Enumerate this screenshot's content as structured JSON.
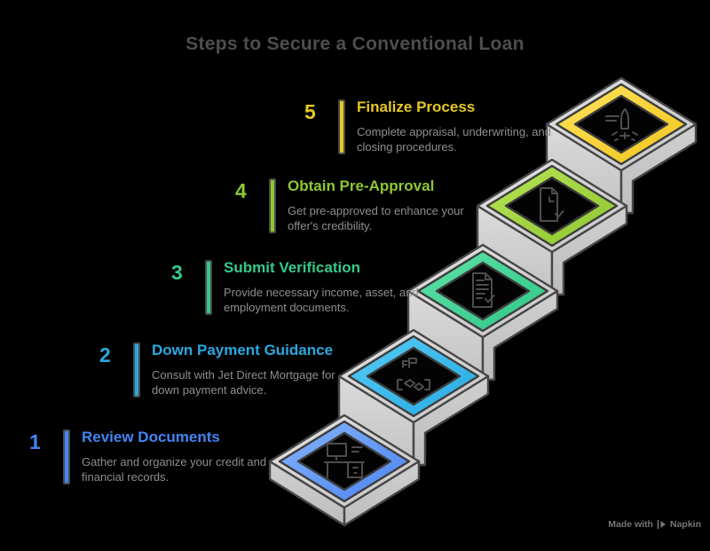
{
  "title": "Steps to Secure a Conventional Loan",
  "watermark": {
    "prefix": "Made with",
    "brand": "Napkin"
  },
  "colors": {
    "background": "#000000",
    "title_text": "#4e4e4e",
    "description_text": "#8e8e8e",
    "outline": "#474747",
    "icon_stroke": "#4d4d4d"
  },
  "steps": [
    {
      "number": "1",
      "title": "Review Documents",
      "description": "Gather and organize your credit and financial records.",
      "color": "#4285f4",
      "ring_from": "#86b3fa",
      "ring_to": "#4b84f1",
      "icon": "desk-computer-icon"
    },
    {
      "number": "2",
      "title": "Down Payment Guidance",
      "description": "Consult with Jet Direct Mortgage for down payment advice.",
      "color": "#29a9e1",
      "ring_from": "#55ccf5",
      "ring_to": "#28a9e2",
      "icon": "handshake-money-icon"
    },
    {
      "number": "3",
      "title": "Submit Verification",
      "description": "Provide necessary income, asset, and employment documents.",
      "color": "#35c98c",
      "ring_from": "#5fe3a8",
      "ring_to": "#2fc487",
      "icon": "document-check-icon"
    },
    {
      "number": "4",
      "title": "Obtain Pre-Approval",
      "description": "Get pre-approved to enhance your offer's credibility.",
      "color": "#8ec82f",
      "ring_from": "#b9e455",
      "ring_to": "#8cc62e",
      "icon": "document-clock-check-icon"
    },
    {
      "number": "5",
      "title": "Finalize Process",
      "description": "Complete appraisal, underwriting, and closing procedures.",
      "color": "#e5c822",
      "ring_from": "#ffe45c",
      "ring_to": "#f0c41d",
      "icon": "rocket-launch-icon"
    }
  ]
}
